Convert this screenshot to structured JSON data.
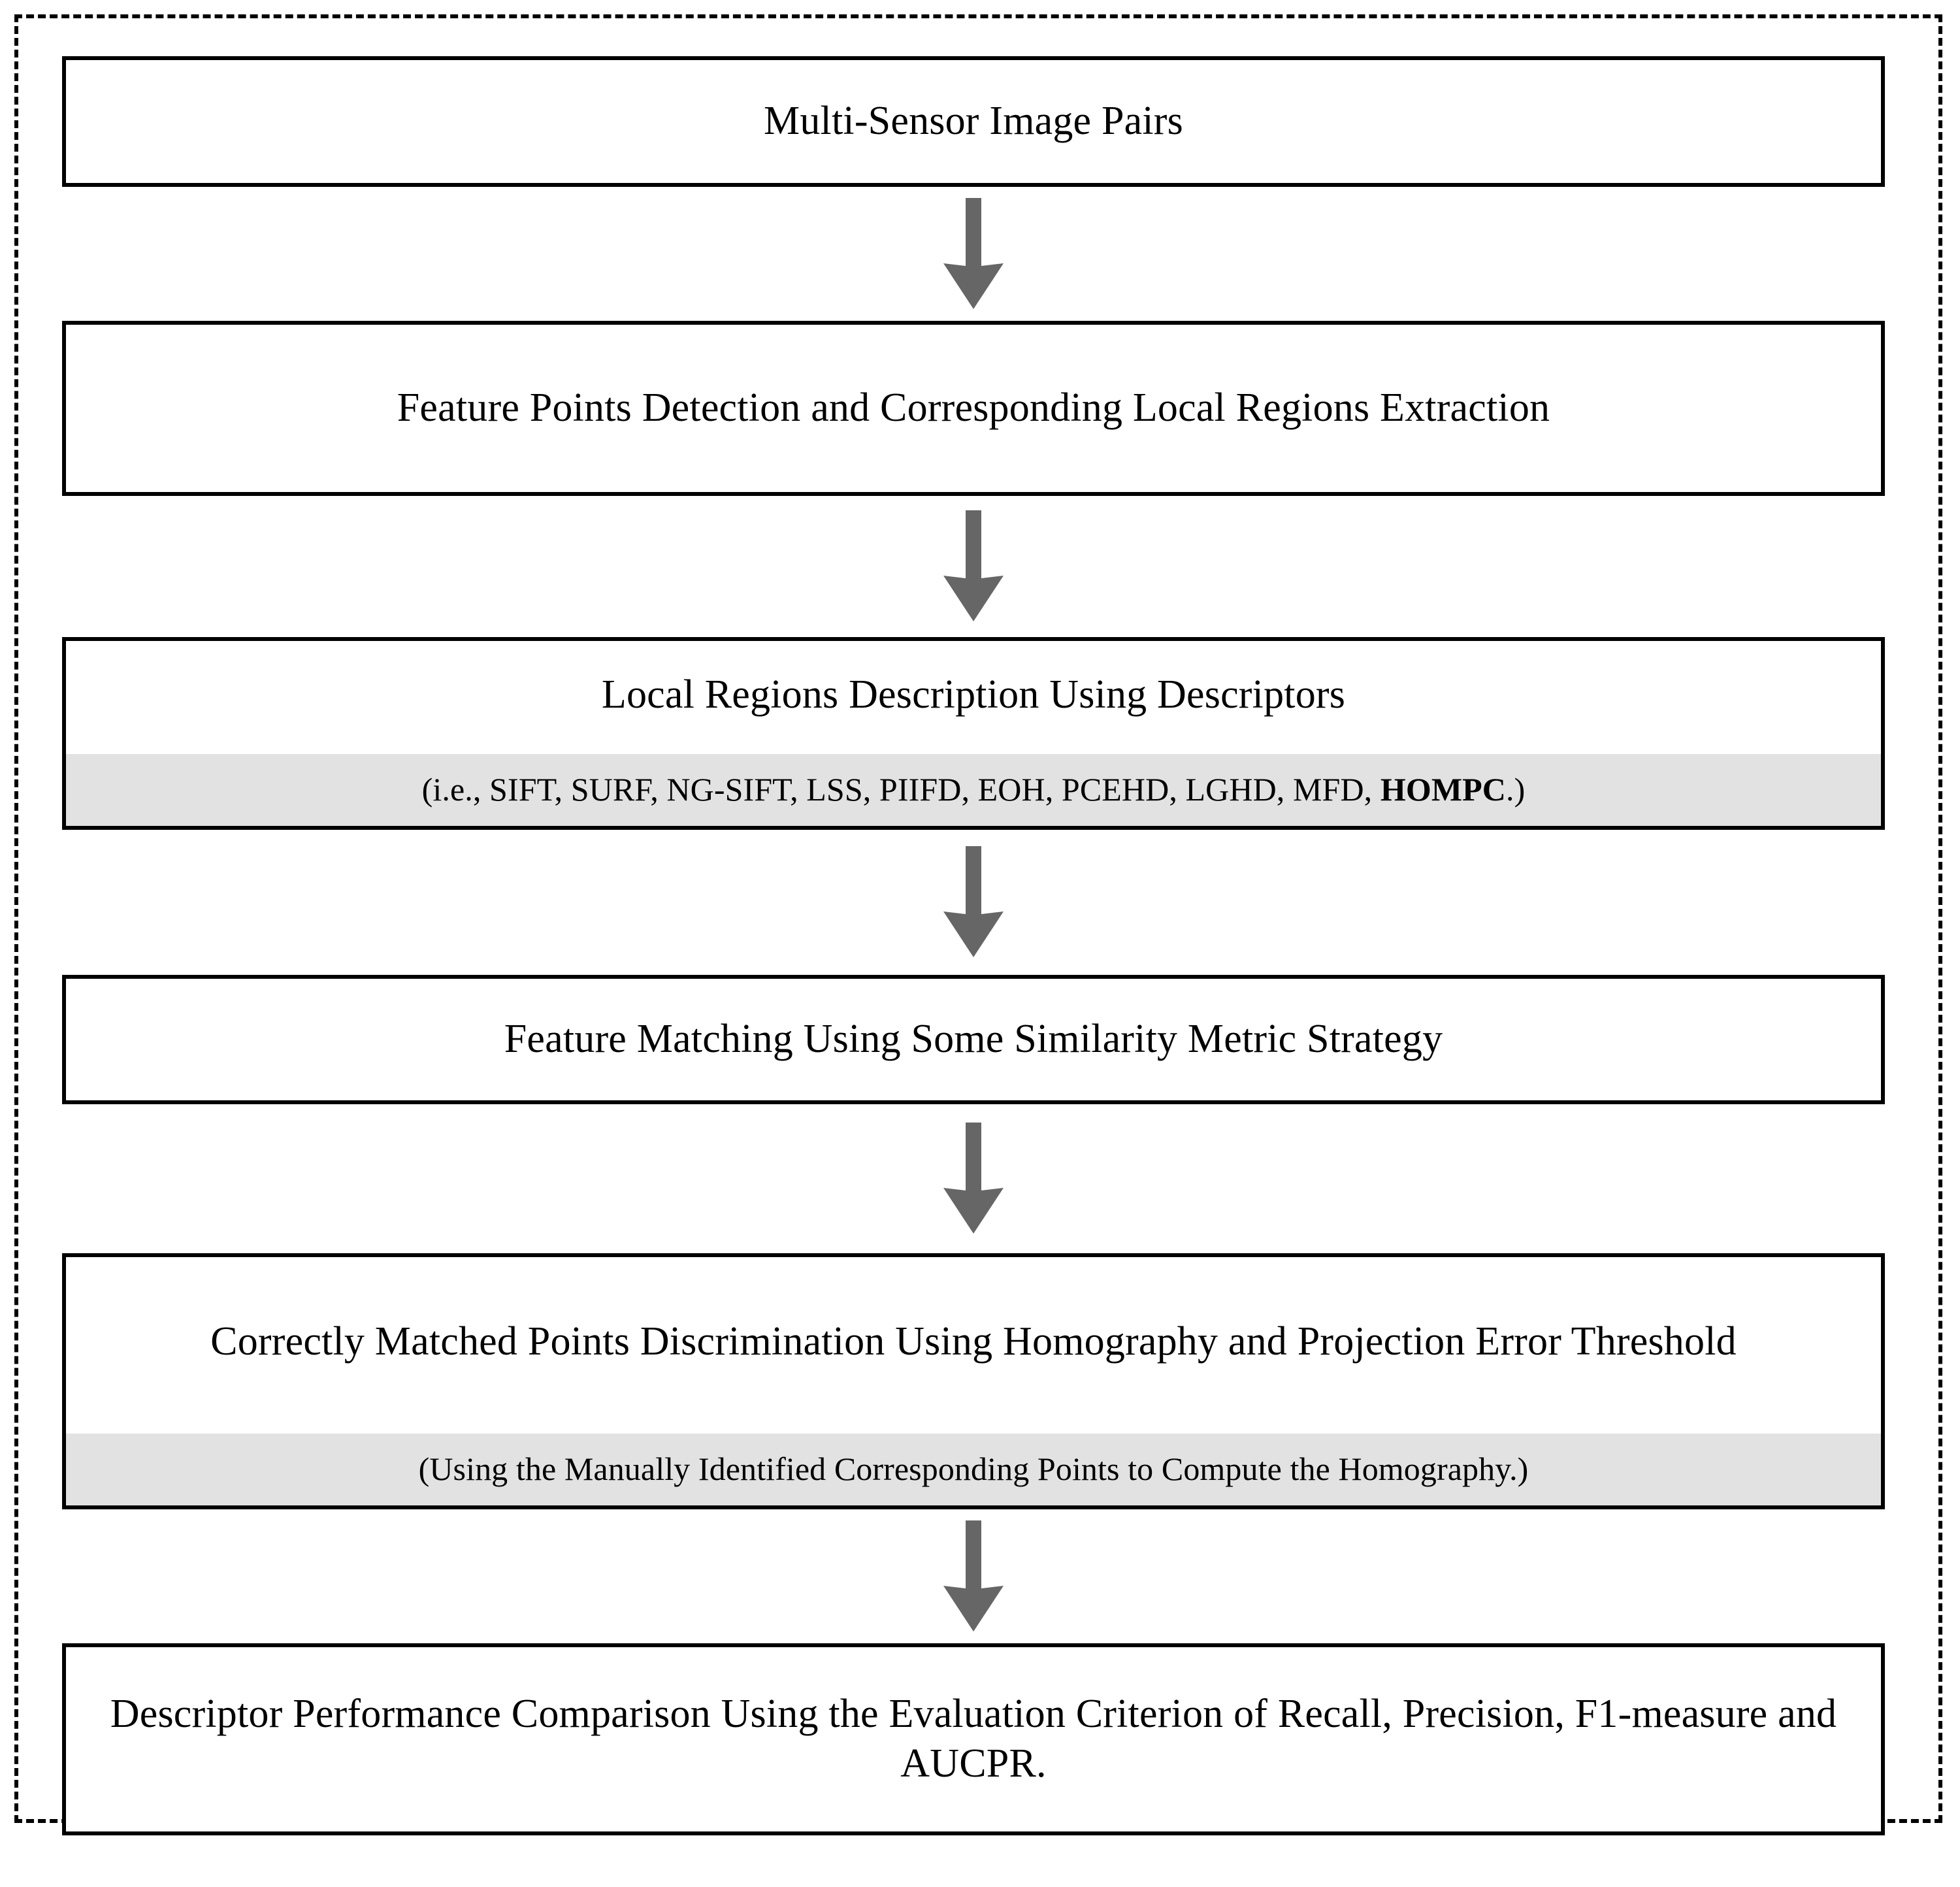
{
  "diagram": {
    "title": "Multi-sensor image descriptor evaluation pipeline",
    "frame_style": "dashed",
    "colors": {
      "border": "#000000",
      "box_fill": "#ffffff",
      "sub_band_fill": "#e2e2e2",
      "arrow": "#666666",
      "text": "#000000"
    },
    "nodes": [
      {
        "id": "node-1",
        "title": "Multi-Sensor Image Pairs",
        "sub": null
      },
      {
        "id": "node-2",
        "title": "Feature Points Detection and Corresponding Local Regions Extraction",
        "sub": null
      },
      {
        "id": "node-3",
        "title": "Local Regions Description Using Descriptors",
        "sub_prefix": "(i.e., SIFT, SURF, NG-SIFT, LSS, PIIFD, EOH, PCEHD, LGHD, MFD, ",
        "sub_bold": "HOMPC",
        "sub_suffix": ".)",
        "descriptors": [
          "SIFT",
          "SURF",
          "NG-SIFT",
          "LSS",
          "PIIFD",
          "EOH",
          "PCEHD",
          "LGHD",
          "MFD",
          "HOMPC"
        ]
      },
      {
        "id": "node-4",
        "title": "Feature Matching Using Some Similarity Metric Strategy",
        "sub": null
      },
      {
        "id": "node-5",
        "title": "Correctly Matched Points Discrimination Using Homography and Projection Error Threshold",
        "sub": "(Using the Manually Identified Corresponding Points to Compute the Homography.)"
      },
      {
        "id": "node-6",
        "title": "Descriptor Performance Comparison Using the Evaluation Criterion of Recall, Precision, F1-measure and AUCPR.",
        "sub": null
      }
    ],
    "connectors": [
      {
        "id": "arrow-1",
        "icon": "down-block-arrow-icon",
        "from": "node-1",
        "to": "node-2"
      },
      {
        "id": "arrow-2",
        "icon": "down-block-arrow-icon",
        "from": "node-2",
        "to": "node-3"
      },
      {
        "id": "arrow-3",
        "icon": "down-block-arrow-icon",
        "from": "node-3",
        "to": "node-4"
      },
      {
        "id": "arrow-4",
        "icon": "down-block-arrow-icon",
        "from": "node-4",
        "to": "node-5"
      },
      {
        "id": "arrow-5",
        "icon": "down-block-arrow-icon",
        "from": "node-5",
        "to": "node-6"
      }
    ]
  }
}
